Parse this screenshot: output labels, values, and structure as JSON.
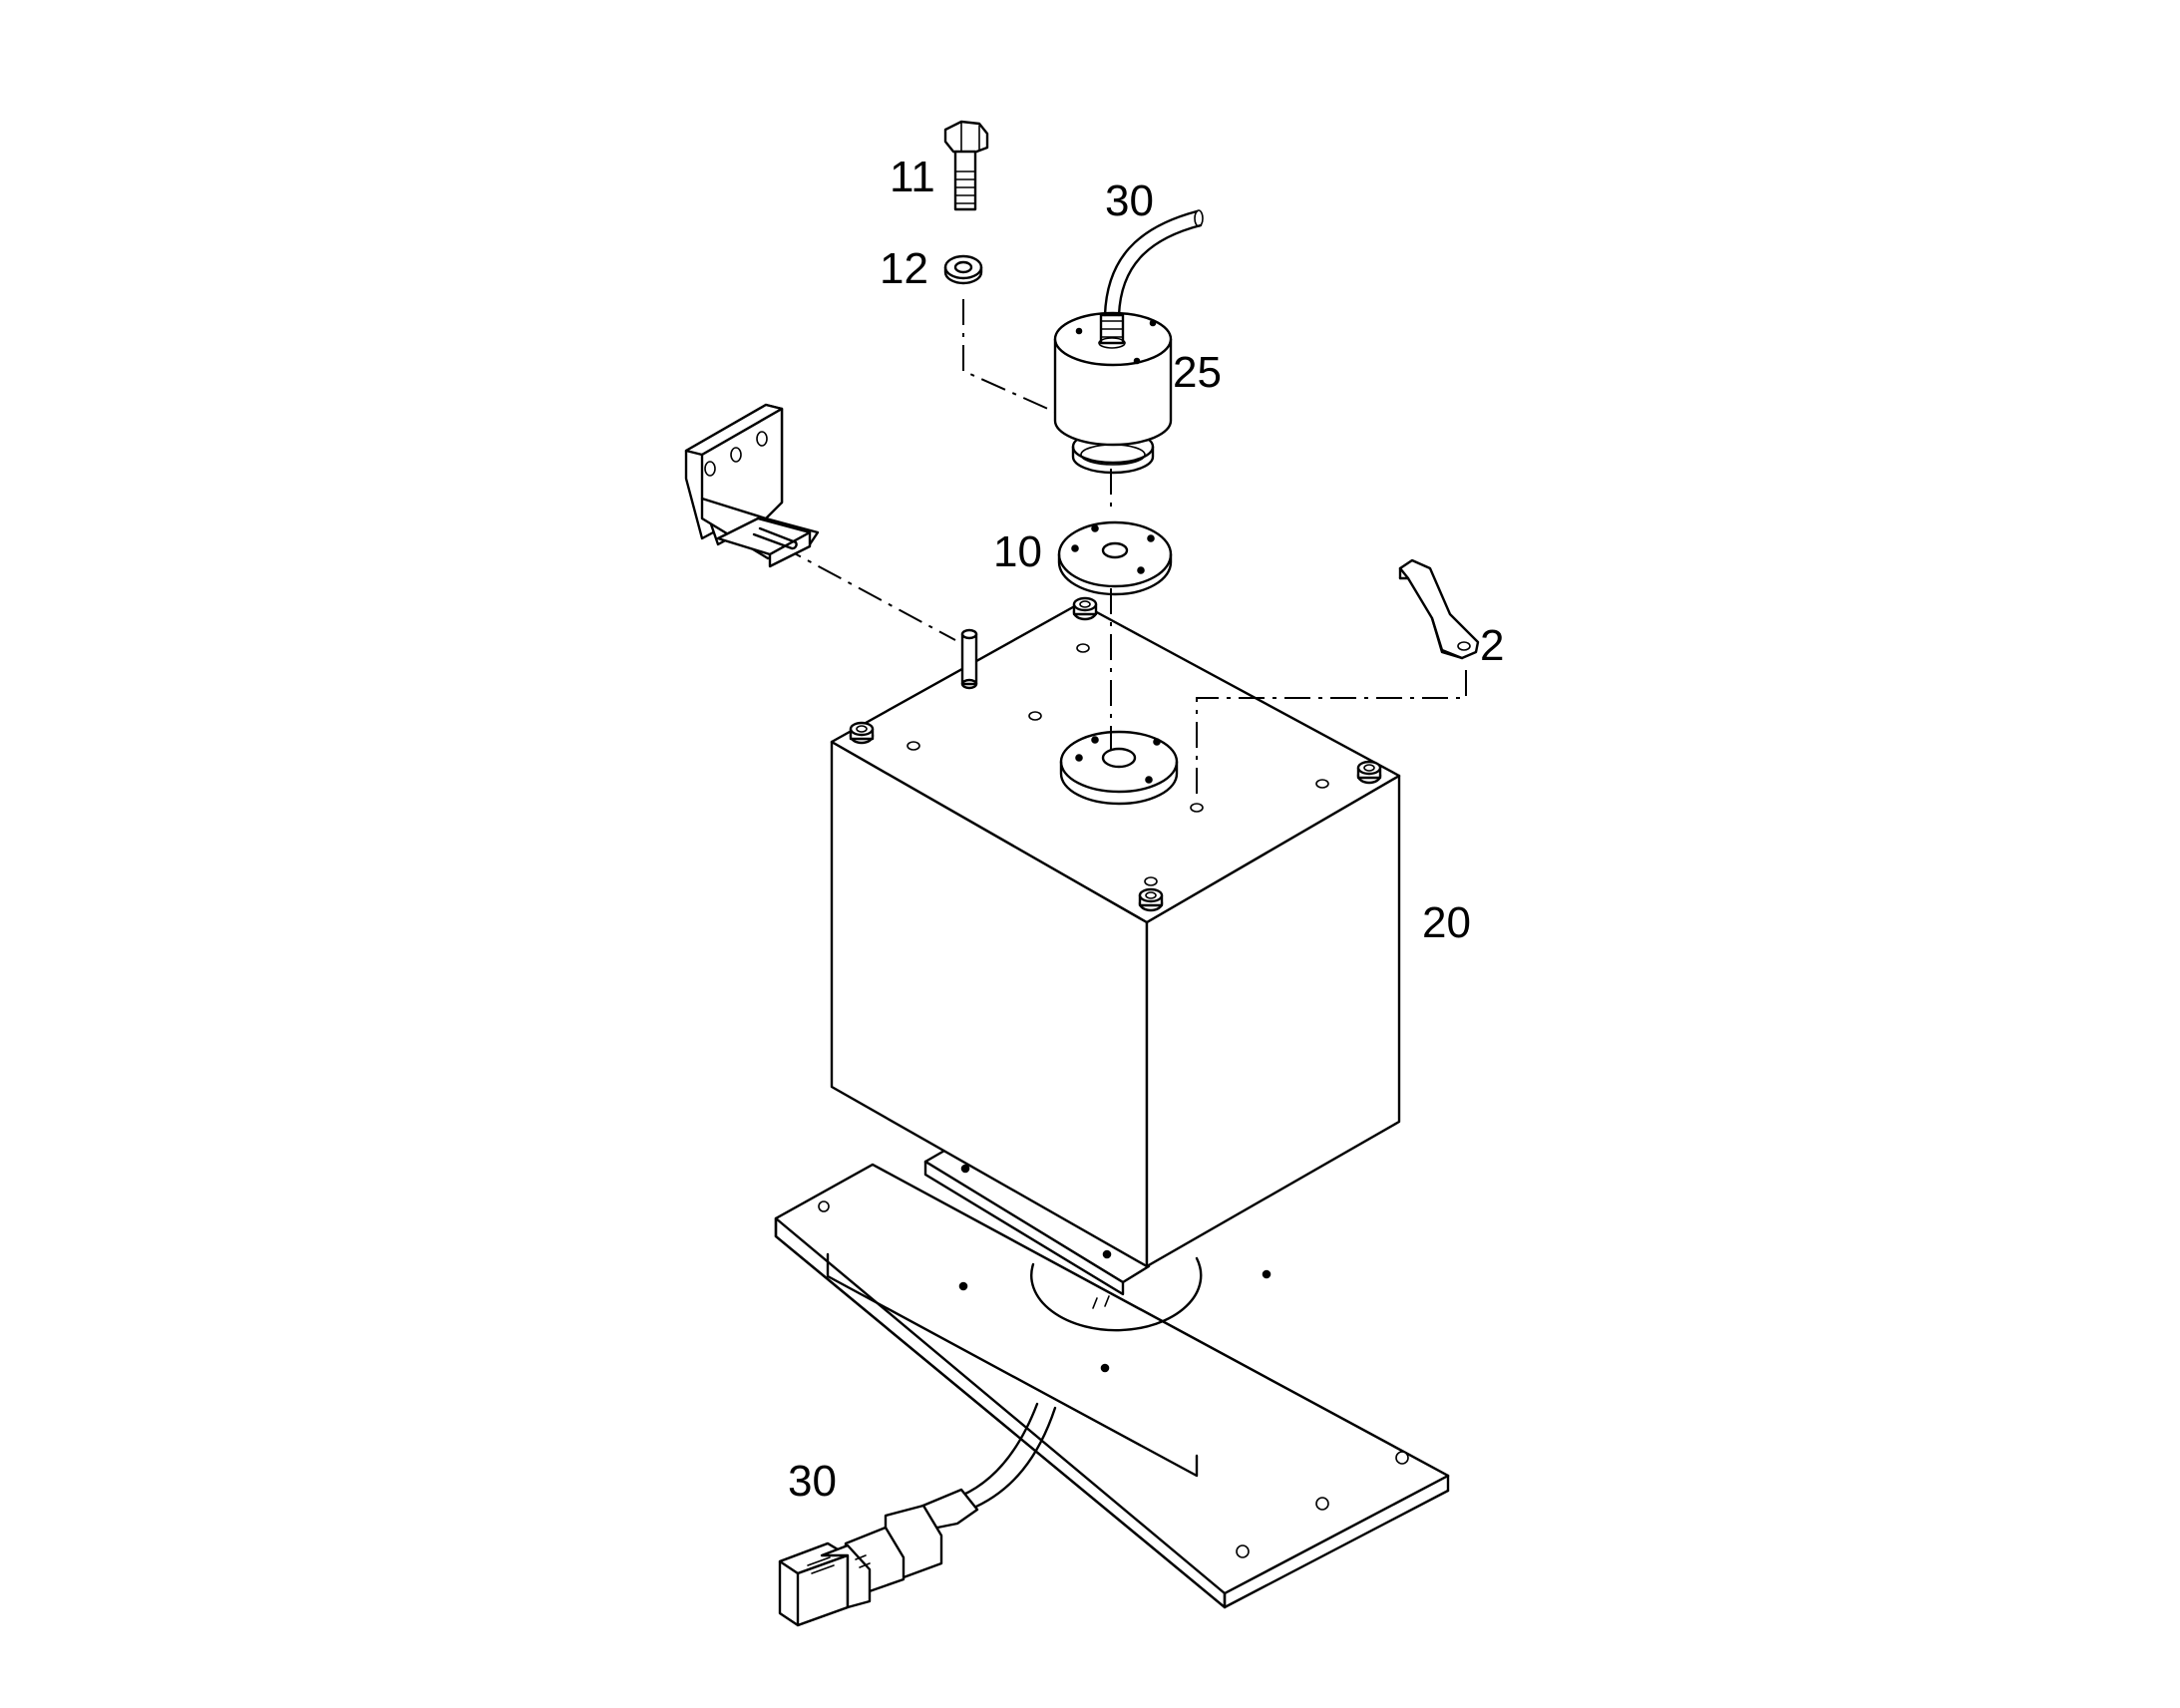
{
  "callouts": {
    "bolt": "11",
    "washer": "12",
    "cable_top": "30",
    "sensor": "25",
    "gasket": "10",
    "strap": "2",
    "tank": "20",
    "cable_bottom": "30"
  }
}
